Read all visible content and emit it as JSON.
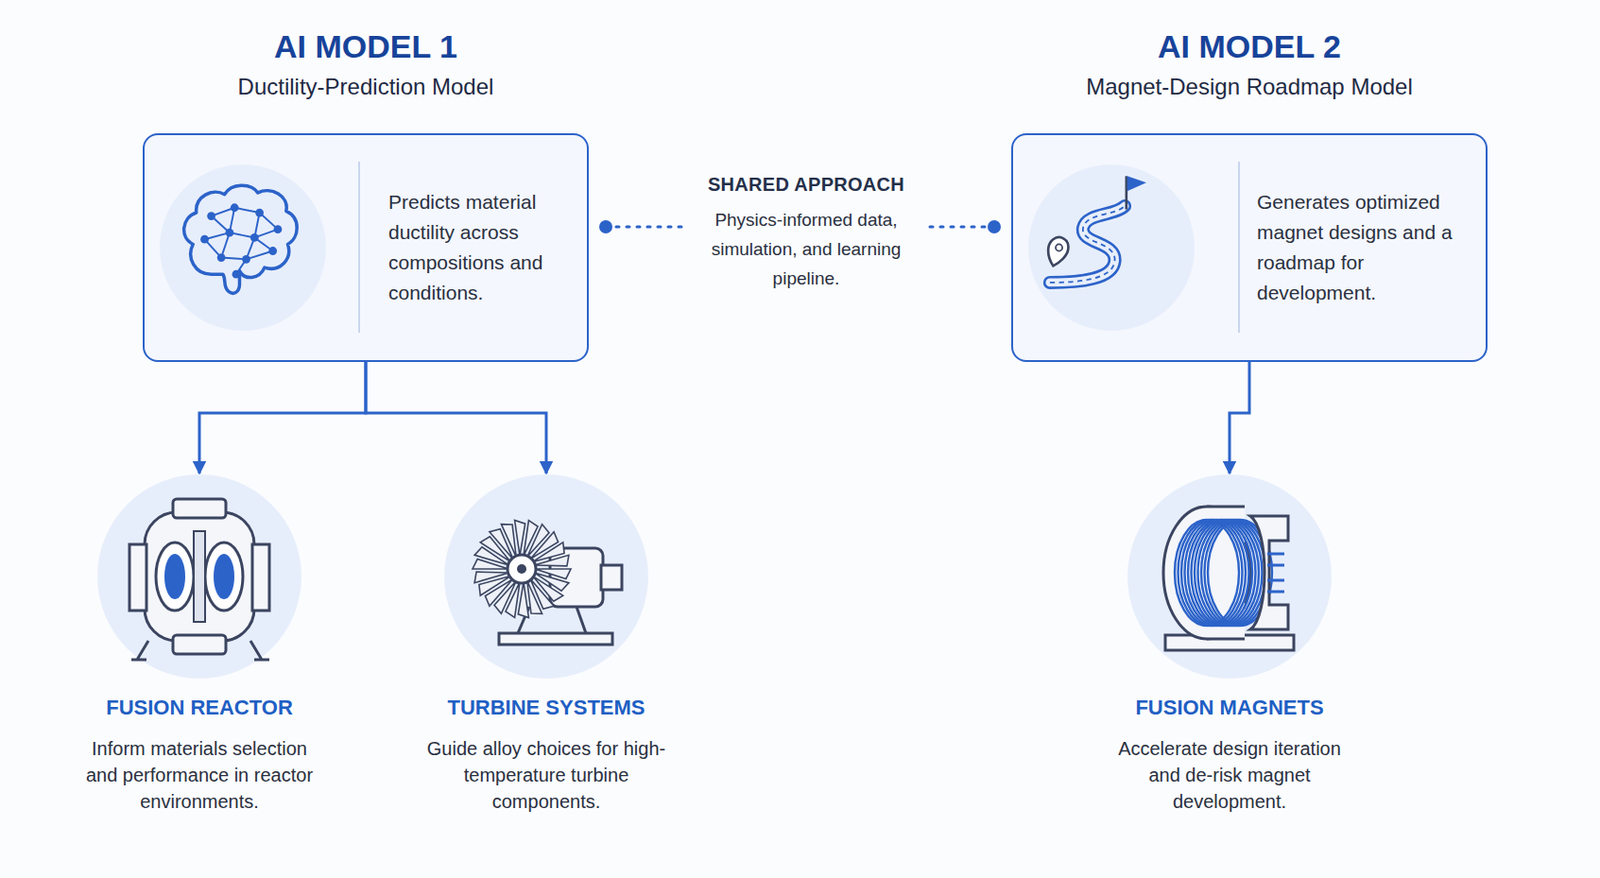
{
  "diagram": {
    "nodes": [
      {
        "text": [
          "AI MODEL 1",
          "Ductility-Prediction Model",
          "Predicts material ductility across compositions and conditions."
        ]
      },
      {
        "text": [
          "SHARED APPROACH",
          "Physics-informed data, simulation, and learning pipeline."
        ]
      },
      {
        "text": [
          "AI MODEL 2",
          "Magnet-Design Roadmap Model",
          "Generates optimized magnet designs and a roadmap for development."
        ]
      },
      {
        "text": [
          "FUSION REACTOR",
          "Inform materials selection and performance in reactor environments."
        ]
      },
      {
        "text": [
          "TURBINE SYSTEMS",
          "Guide alloy choices for high-temperature turbine components."
        ]
      },
      {
        "text": [
          "FUSION MAGNETS",
          "Accelerate design iteration and de-risk magnet development."
        ]
      }
    ],
    "edges": [
      {
        "from": 0,
        "to": 1,
        "arrow": "none"
      },
      {
        "from": 1,
        "to": 2,
        "arrow": "none"
      },
      {
        "from": 0,
        "to": 3,
        "arrow": "to"
      },
      {
        "from": 0,
        "to": 4,
        "arrow": "to"
      },
      {
        "from": 2,
        "to": 5,
        "arrow": "to"
      }
    ]
  }
}
